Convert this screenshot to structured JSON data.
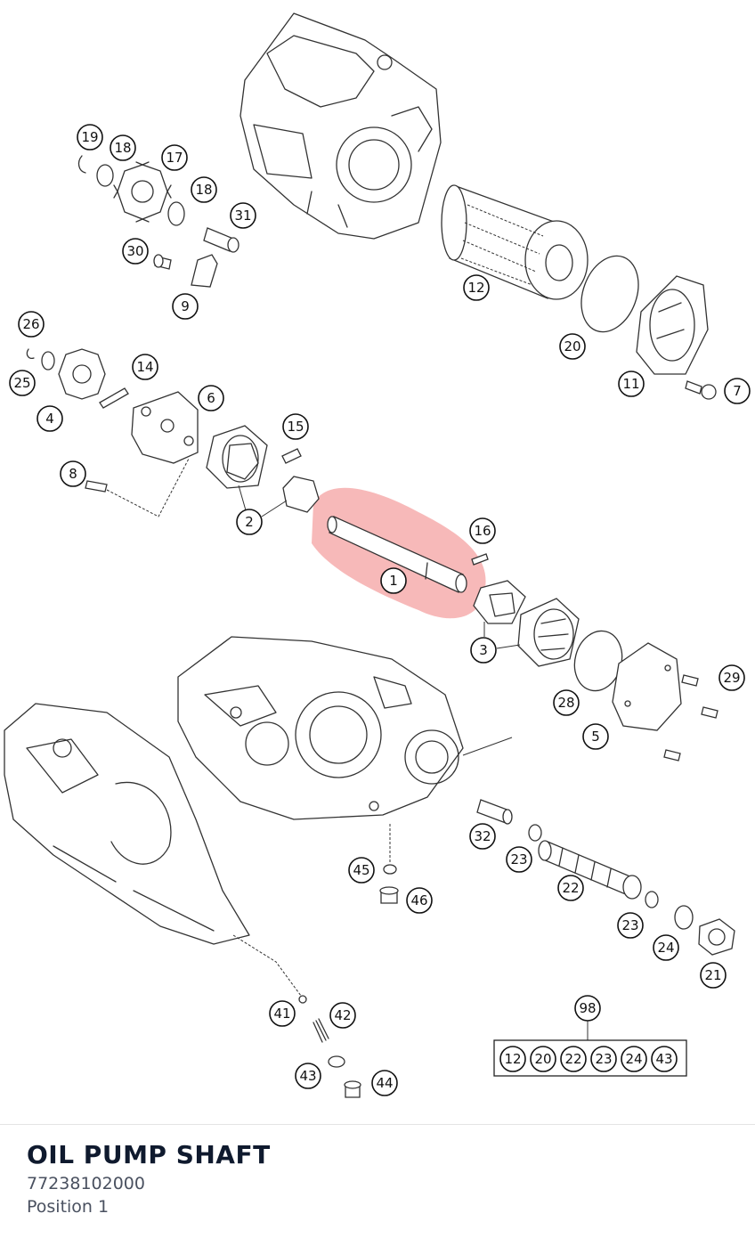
{
  "part": {
    "title": "OIL PUMP SHAFT",
    "number": "77238102000",
    "position": "Position 1"
  },
  "highlight": {
    "color": "#f08080",
    "callout": "1"
  },
  "callouts": {
    "c1": "1",
    "c2": "2",
    "c3": "3",
    "c4": "4",
    "c5": "5",
    "c6": "6",
    "c7": "7",
    "c8": "8",
    "c9": "9",
    "c11": "11",
    "c12": "12",
    "c14": "14",
    "c15": "15",
    "c16": "16",
    "c17": "17",
    "c18a": "18",
    "c18b": "18",
    "c19": "19",
    "c20": "20",
    "c21": "21",
    "c22": "22",
    "c23a": "23",
    "c23b": "23",
    "c24": "24",
    "c25": "25",
    "c26": "26",
    "c28": "28",
    "c29": "29",
    "c30": "30",
    "c31": "31",
    "c32": "32",
    "c41": "41",
    "c42": "42",
    "c43": "43",
    "c44": "44",
    "c45": "45",
    "c46": "46",
    "c98": "98"
  },
  "kit_items": [
    "12",
    "20",
    "22",
    "23",
    "24",
    "43"
  ]
}
